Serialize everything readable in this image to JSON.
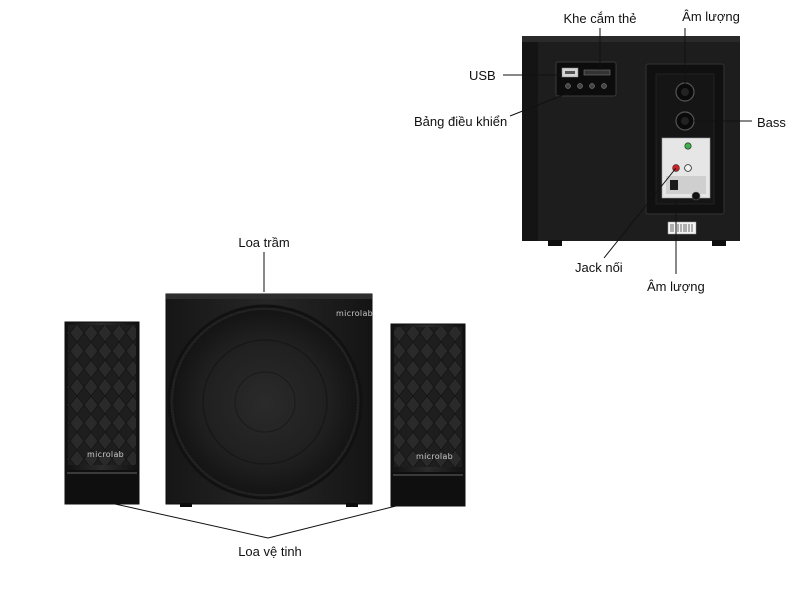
{
  "labels": {
    "card_slot": "Khe cắm thẻ",
    "volume_top": "Âm lượng",
    "usb": "USB",
    "control_panel": "Bảng điều khiển",
    "bass": "Bass",
    "jack": "Jack nối",
    "volume_bottom": "Âm lượng",
    "subwoofer": "Loa trầm",
    "satellites": "Loa vệ tinh"
  },
  "brand": {
    "name": "microlab"
  },
  "colors": {
    "speaker_body": "#1c1c1c",
    "speaker_edge": "#0e0e0e",
    "grille": "#2a2a2a",
    "brand_text": "#c8c8c8",
    "leader_line": "#111111",
    "background": "#ffffff"
  }
}
